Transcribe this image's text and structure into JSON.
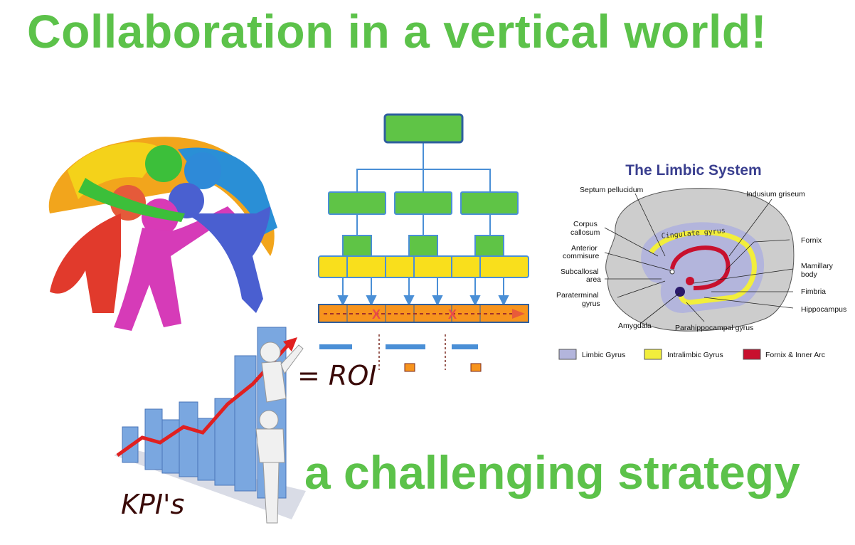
{
  "title": "Collaboration in a vertical world!",
  "subtitle": "a challenging strategy",
  "kpi_label": "KPI's",
  "roi_label": "= ROI",
  "limbic": {
    "title": "The Limbic System",
    "cingulate": "Cingulate gyrus",
    "labels": {
      "septum": "Septum pellucidum",
      "indusium": "Indusium griseum",
      "corpus1": "Corpus",
      "corpus2": "callosum",
      "fornix": "Fornix",
      "anterior1": "Anterior",
      "anterior2": "commisure",
      "mamillary1": "Mamillary",
      "mamillary2": "body",
      "subcallosal1": "Subcallosal",
      "subcallosal2": "area",
      "fimbria": "Fimbria",
      "paraterminal1": "Paraterminal",
      "paraterminal2": "gyrus",
      "hippocampus": "Hippocampus",
      "amygdala": "Amygdala",
      "parahippocampal": "Parahippocampal gyrus"
    },
    "legend": [
      {
        "label": "Limbic Gyrus",
        "color": "#b3b5dc"
      },
      {
        "label": "Intralimbic Gyrus",
        "color": "#f2ee3c"
      },
      {
        "label": "Fornix & Inner Arc",
        "color": "#c8102e"
      }
    ]
  },
  "colors": {
    "headline": "#5cc24a",
    "org_green": "#5fc446",
    "org_yellow": "#f9df1c",
    "org_orange": "#f7941d",
    "org_line": "#4a8fd6"
  }
}
